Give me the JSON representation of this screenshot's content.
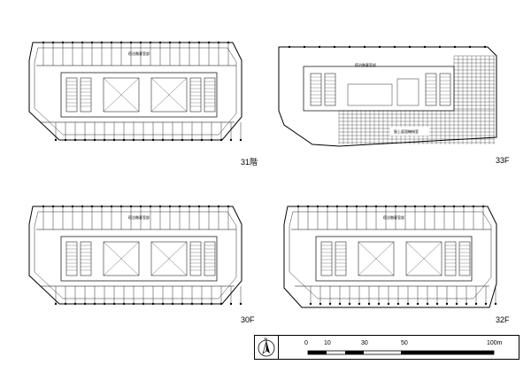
{
  "floors": [
    {
      "id": "p31",
      "label": "31階",
      "room": "宿泊階客室部"
    },
    {
      "id": "p33",
      "label": "33F",
      "room": "宿泊階客室部",
      "room2": "屋上庭園機械室"
    },
    {
      "id": "p30",
      "label": "30F",
      "room": "宿泊階客室部"
    },
    {
      "id": "p32",
      "label": "32F",
      "room": "宿泊階客室部"
    }
  ],
  "scale": {
    "north": "N",
    "ticks": [
      "0",
      "10",
      "30",
      "50",
      "100m"
    ]
  }
}
